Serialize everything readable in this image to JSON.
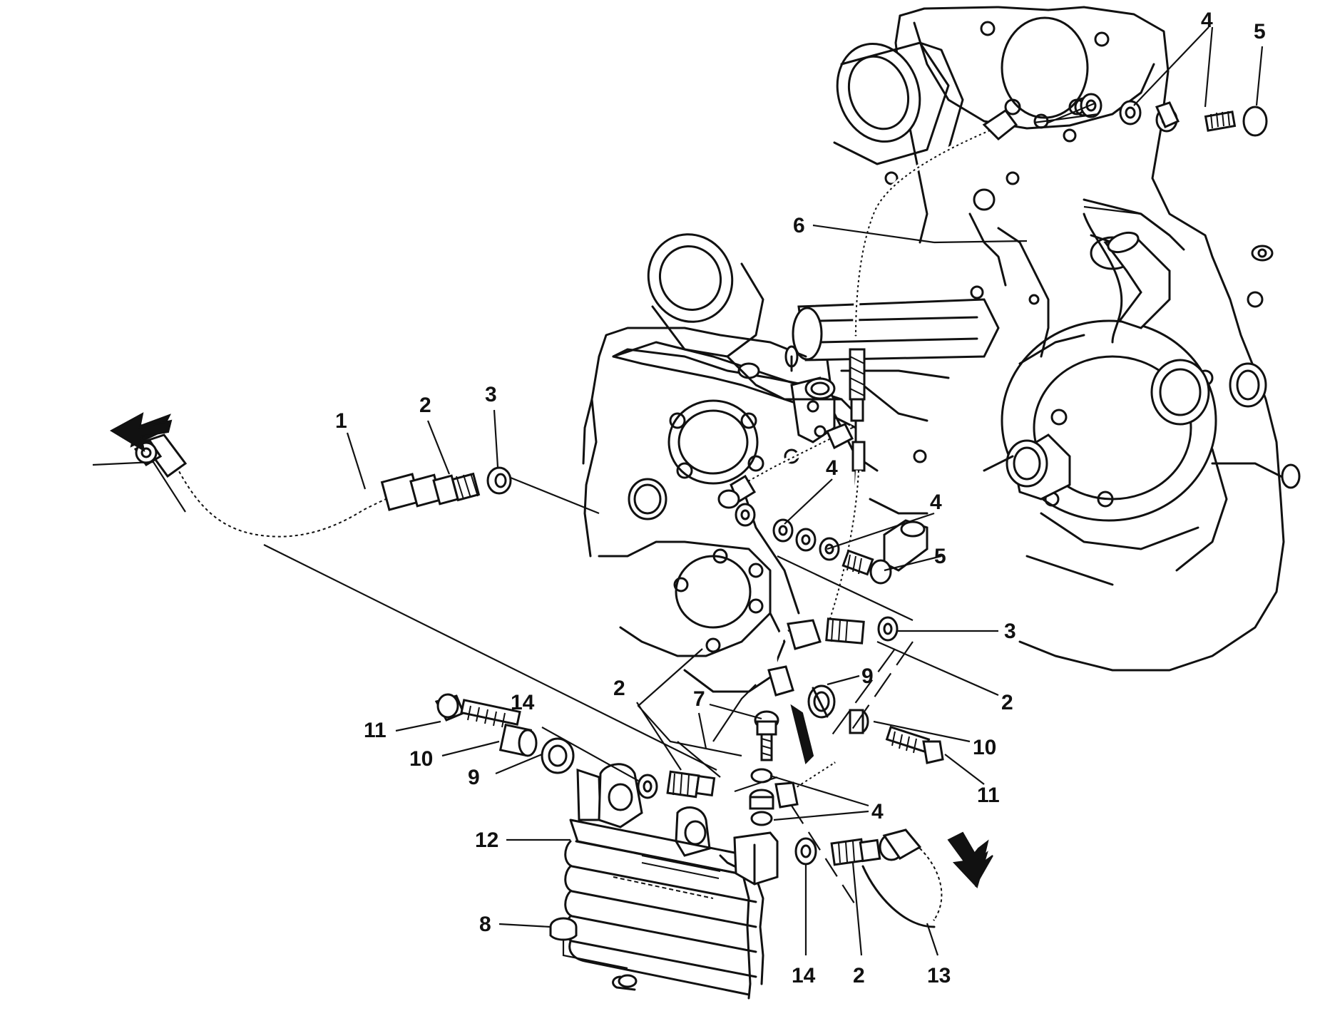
{
  "callouts": {
    "c1": "1",
    "c2a": "2",
    "c3a": "3",
    "c4a": "4",
    "c5a": "5",
    "c6": "6",
    "c4b": "4",
    "c4c": "4",
    "c5b": "5",
    "c3b": "3",
    "c2b": "2",
    "c9b": "9",
    "c10b": "10",
    "c11b": "11",
    "c7": "7",
    "c14a": "14",
    "c2c": "2",
    "c11a": "11",
    "c10a": "10",
    "c9a": "9",
    "c4d": "4",
    "c12": "12",
    "c8": "8",
    "c14b": "14",
    "c2d": "2",
    "c13": "13"
  },
  "icons": [
    "flow-arrow-icon",
    "flow-arrow-icon"
  ]
}
